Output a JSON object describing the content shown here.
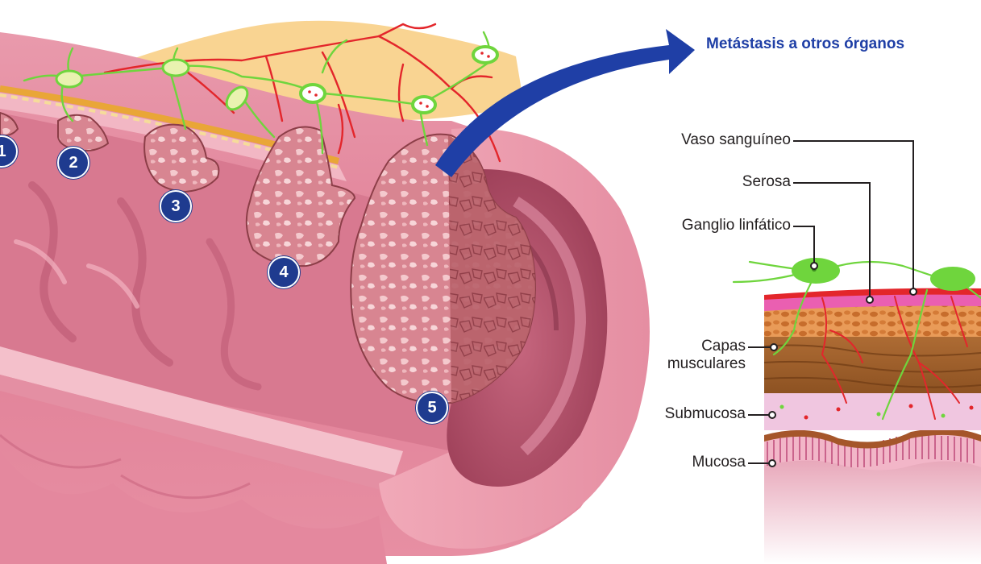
{
  "metastasis_label": "Metástasis a otros órganos",
  "stages": [
    "1",
    "2",
    "3",
    "4",
    "5"
  ],
  "layers": {
    "vaso": "Vaso sanguíneo",
    "serosa": "Serosa",
    "ganglio": "Ganglio linfático",
    "capas_line1": "Capas",
    "capas_line2": "musculares",
    "submucosa": "Submucosa",
    "mucosa": "Mucosa"
  },
  "colors": {
    "colon_light": "#e78fa2",
    "colon_dark": "#b24d66",
    "tumor": "#d07a86",
    "lymph": "#7be04a",
    "vessel": "#e3262b",
    "arrow": "#1f3fa6",
    "fat": "#f7c979"
  }
}
